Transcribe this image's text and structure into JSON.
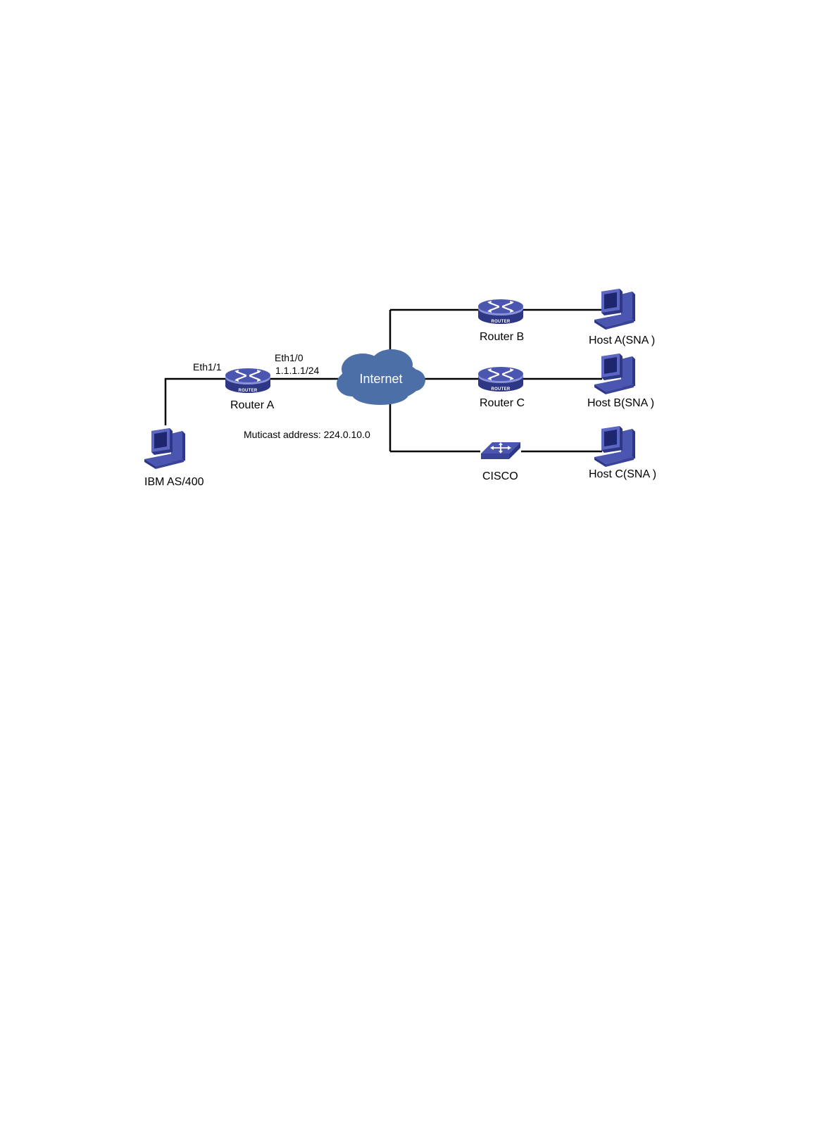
{
  "diagram": {
    "nodes": {
      "router_a": {
        "label": "Router A",
        "badge": "ROUTER",
        "icon": "router-icon"
      },
      "router_b": {
        "label": "Router B",
        "badge": "ROUTER",
        "icon": "router-icon"
      },
      "router_c": {
        "label": "Router C",
        "badge": "ROUTER",
        "icon": "router-icon"
      },
      "cisco": {
        "label": "CISCO",
        "icon": "switch-icon"
      },
      "internet": {
        "label": "Internet",
        "icon": "cloud-icon"
      },
      "ibm": {
        "label": "IBM AS/400",
        "icon": "computer-icon"
      },
      "host_a": {
        "label": "Host A(SNA )",
        "icon": "computer-icon"
      },
      "host_b": {
        "label": "Host B(SNA )",
        "icon": "computer-icon"
      },
      "host_c": {
        "label": "Host C(SNA )",
        "icon": "computer-icon"
      }
    },
    "interfaces": {
      "eth11": "Eth1/1",
      "eth10": "Eth1/0",
      "eth10_ip": "1.1.1.1/24"
    },
    "note": "Muticast address: 224.0.10.0",
    "colors": {
      "device_blue": "#4a56b0",
      "device_dark": "#2e3785",
      "device_light": "#7d88d6",
      "cloud": "#4d6fa8",
      "link": "#000000"
    }
  }
}
